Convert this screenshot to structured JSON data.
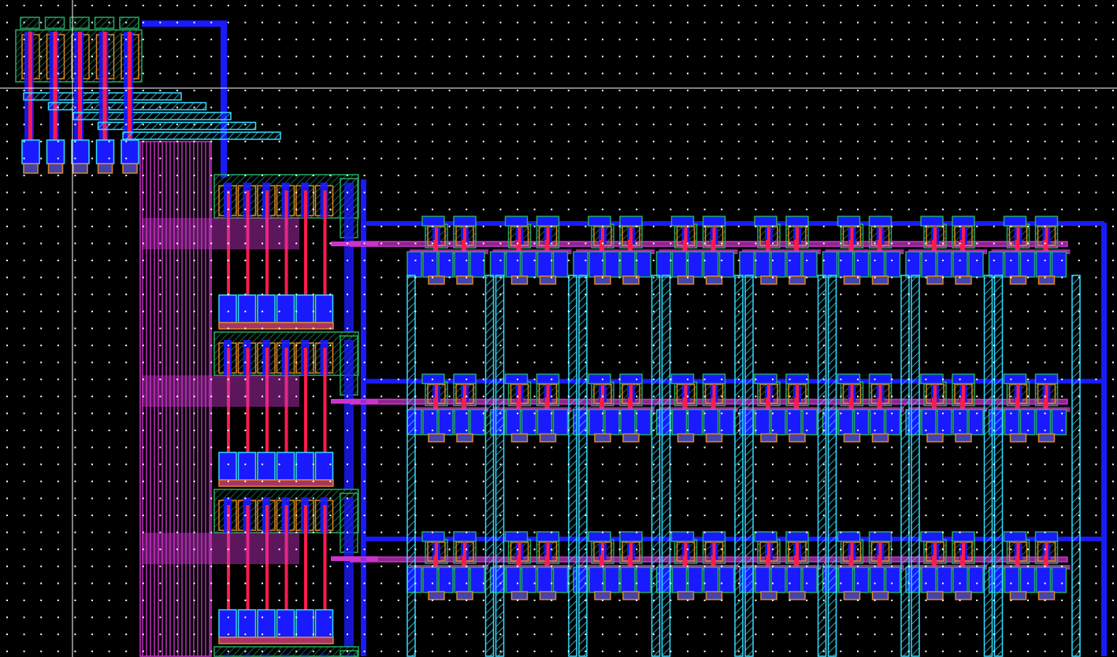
{
  "layers": {
    "background": "#000000",
    "grid_dot": "#ffffff",
    "metal1": "#1a1aff",
    "metal2": "#cc33cc",
    "poly": "#ff1a4d",
    "diffusion": "#22aa66",
    "well": "#dd8822",
    "contact": "#33ddff",
    "cursor": "#ffffff"
  },
  "array": {
    "columns": 8,
    "rows": 3
  },
  "decoder": {
    "inputs": 5,
    "driver_blocks": 4
  }
}
